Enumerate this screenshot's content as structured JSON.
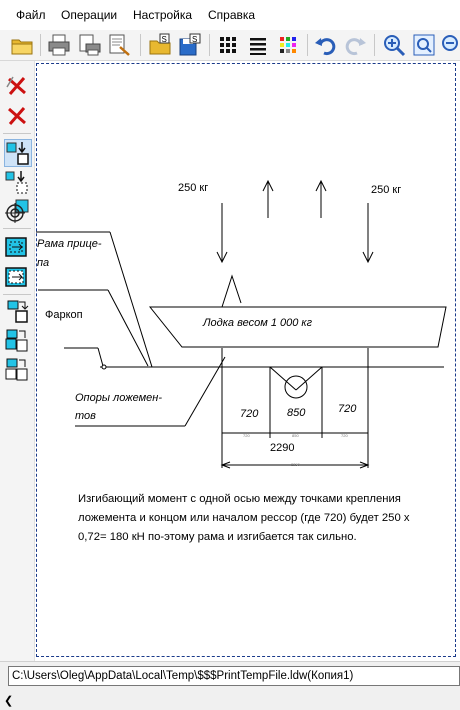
{
  "menu": {
    "file": "Файл",
    "operations": "Операции",
    "settings": "Настройка",
    "help": "Справка"
  },
  "toolbar_icons": [
    "open-folder-icon",
    "print-icon",
    "print-setup-icon",
    "print-preview-icon",
    "open-doc-icon",
    "save-icon",
    "grid-view-icon",
    "list-view-icon",
    "color-palette-icon",
    "undo-icon",
    "redo-icon",
    "zoom-in-icon",
    "zoom-fit-icon",
    "zoom-out-icon"
  ],
  "left_toolbar_icons": [
    "delete-icon",
    "delete-all-icon",
    "select-sheet-icon",
    "select-frame-icon",
    "target-icon",
    "move-sheet-icon",
    "move-frame-icon",
    "stack-icon",
    "stack-copy-icon",
    "stack-order-icon"
  ],
  "drawing": {
    "load_left": "250 кг",
    "load_right": "250 кг",
    "trailer_frame_label_line1": "Рама прице-",
    "trailer_frame_label_line2": "па",
    "towbar_label": "Фаркоп",
    "boat_label": "Лодка весом 1 000 кг",
    "supports_label_line1": "Опоры ложемен-",
    "supports_label_line2": "тов",
    "dim_left": "720",
    "dim_center": "850",
    "dim_right": "720",
    "dim_total": "2290"
  },
  "note": "Изгибающий момент с одной осью между точками крепления ложемента и концом или началом рессор (где 720) будет 250 х 0,72= 180 кН по-этому рама и изгибается так сильно.",
  "status": {
    "path": "C:\\Users\\Oleg\\AppData\\Local\\Temp\\$$$PrintTempFile.ldw(Копия1)"
  },
  "colors": {
    "page_border": "#1a3a8a",
    "delete_icon": "#cc1111",
    "accent_cyan": "#22c3e6"
  }
}
